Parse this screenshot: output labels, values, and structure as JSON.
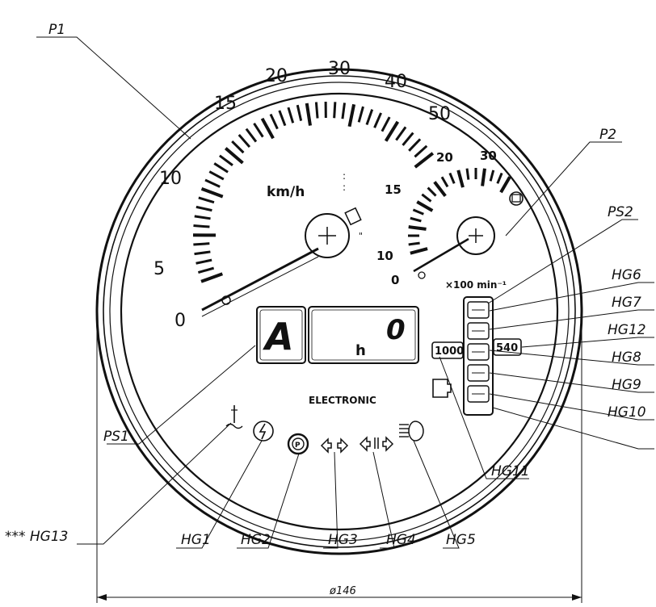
{
  "speedometer": {
    "unit": "km/h",
    "labels": [
      "0",
      "5",
      "10",
      "15",
      "20",
      "30",
      "40",
      "50"
    ]
  },
  "tachometer": {
    "labels": [
      "0",
      "10",
      "15",
      "20",
      "30"
    ],
    "unit": "×100 min⁻¹"
  },
  "display": {
    "left_char": "A",
    "value": "0",
    "unit": "h"
  },
  "brand": "ELECTRONIC",
  "pto": {
    "low": "1000",
    "high": "540"
  },
  "callouts": {
    "P1": "P1",
    "P2": "P2",
    "PS1": "PS1",
    "PS2": "PS2",
    "HG1": "HG1",
    "HG2": "HG2",
    "HG3": "HG3",
    "HG4": "HG4",
    "HG5": "HG5",
    "HG6": "HG6",
    "HG7": "HG7",
    "HG8": "HG8",
    "HG9": "HG9",
    "HG10": "HG10",
    "HG11": "HG11",
    "HG12": "HG12",
    "HG13": "*** HG13"
  },
  "dimension": "ø146",
  "icons": [
    "battery-charge-icon",
    "parking-brake-icon",
    "turn-signal-icon",
    "trailer-turn-signal-icon",
    "high-beam-icon",
    "coolant-temperature-icon",
    "engine-warning-icon",
    "fuel-filter-icon"
  ]
}
